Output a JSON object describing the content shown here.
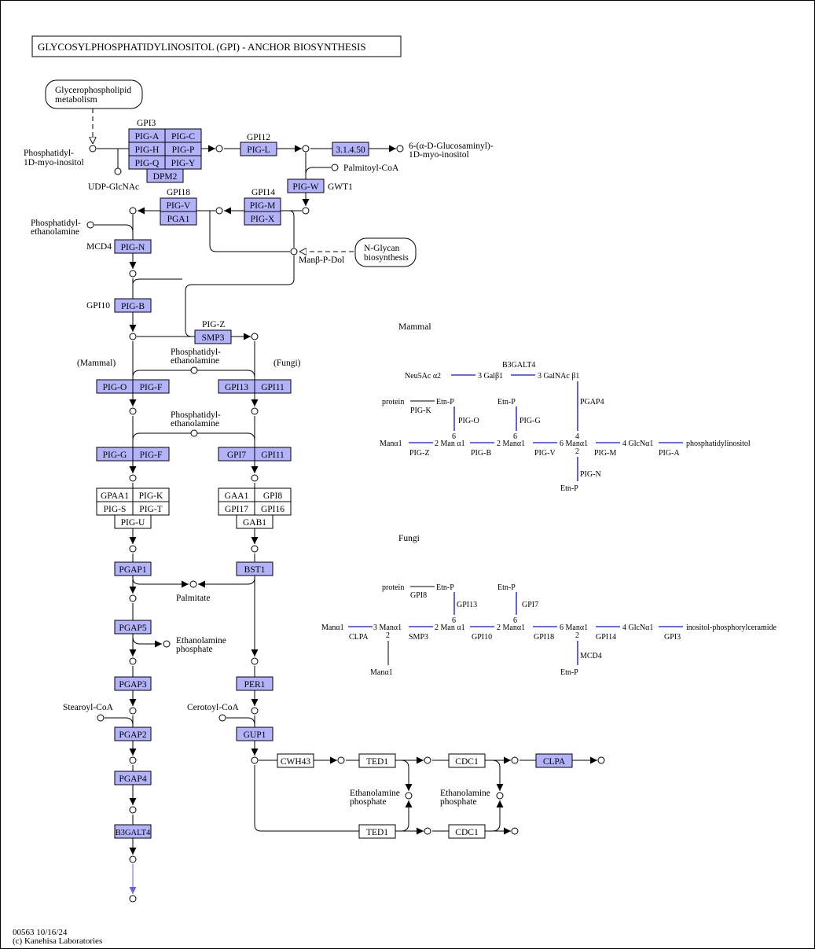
{
  "title": "GLYCOSYLPHOSPHATIDYLINOSITOL (GPI) - ANCHOR  BIOSYNTHESIS",
  "footer": {
    "id_date": "00563 10/16/24",
    "copyright": "(c) Kanehisa Laboratories"
  },
  "colors": {
    "enzyme_fill": "#b3b3fb",
    "link_line": "#3b3bd6"
  },
  "maps": {
    "glycerophospholipid": [
      "Glycerophospholipid",
      "metabolism"
    ],
    "nglycan": [
      "N-Glycan",
      "biosynthesis"
    ]
  },
  "compounds": {
    "pi": [
      "Phosphatidyl-",
      "1D-myo-inositol"
    ],
    "udp": "UDP-GlcNAc",
    "glcn": [
      "6-(α-D-Glucosaminyl)-",
      "1D-myo-inositol"
    ],
    "palmitoyl": "Palmitoyl-CoA",
    "pe1": [
      "Phosphatidyl-",
      "ethanolamine"
    ],
    "manpdol": "Manβ-P-Dol",
    "pe2": [
      "Phosphatidyl-",
      "ethanolamine"
    ],
    "pe3": [
      "Phosphatidyl-",
      "ethanolamine"
    ],
    "palmitate": "Palmitate",
    "etnp1": [
      "Ethanolamine",
      "phosphate"
    ],
    "stearoyl": "Stearoyl-CoA",
    "cerotoyl": "Cerotoyl-CoA",
    "etnp2": [
      "Ethanolamine",
      "phosphate"
    ],
    "etnp3": [
      "Ethanolamine",
      "phosphate"
    ]
  },
  "group_labels": {
    "gpi3": "GPI3",
    "gpi12": "GPI12",
    "gpi18": "GPI18",
    "gpi14": "GPI14",
    "gwt1": "GWT1",
    "mcd4": "MCD4",
    "gpi10": "GPI10",
    "pigz": "PIG-Z",
    "mammal": "(Mammal)",
    "fungi": "(Fungi)"
  },
  "enzymes": {
    "piga": "PIG-A",
    "pigc": "PIG-C",
    "pigh": "PIG-H",
    "pigp": "PIG-P",
    "pigq": "PIG-Q",
    "pigy": "PIG-Y",
    "dpm2": "DPM2",
    "pigl": "PIG-L",
    "ec": "3.1.4.50",
    "pigw": "PIG-W",
    "pigv": "PIG-V",
    "pga1": "PGA1",
    "pigm": "PIG-M",
    "pigx": "PIG-X",
    "pign": "PIG-N",
    "pigb": "PIG-B",
    "smp3": "SMP3",
    "pigo": "PIG-O",
    "pigf1": "PIG-F",
    "gpi13": "GPI13",
    "gpi11a": "GPI11",
    "pigg": "PIG-G",
    "pigf2": "PIG-F",
    "gpi7": "GPI7",
    "gpi11b": "GPI11",
    "gpaa1": "GPAA1",
    "pigk": "PIG-K",
    "pigs": "PIG-S",
    "pigt": "PIG-T",
    "pigu": "PIG-U",
    "gaa1": "GAA1",
    "gpi8": "GPI8",
    "gpi17": "GPI17",
    "gpi16": "GPI16",
    "gab1": "GAB1",
    "pgap1": "PGAP1",
    "bst1": "BST1",
    "pgap5": "PGAP5",
    "pgap3": "PGAP3",
    "per1": "PER1",
    "pgap2": "PGAP2",
    "gup1": "GUP1",
    "pgap4": "PGAP4",
    "b3galt4": "B3GALT4",
    "cwh43": "CWH43",
    "ted1a": "TED1",
    "cdc1a": "CDC1",
    "clpa": "CLPA",
    "ted1b": "TED1",
    "cdc1b": "CDC1"
  },
  "mammal_structure": {
    "heading": "Mammal",
    "top_gene": "B3GALT4",
    "neu5ac": "Neu5Ac α2",
    "gal": "3 Galβ1",
    "galnac": "3 GalNAc β1",
    "pgap4": "PGAP4",
    "protein": "protein",
    "pigk": "PIG-K",
    "etnp_a": "Etn-P",
    "pigo": "PIG-O",
    "six_a": "6",
    "etnp_b": "Etn-P",
    "pigg": "PIG-G",
    "six_b": "6",
    "four": "4",
    "man1": "Manα1",
    "man2": "2 Man α1",
    "man3": "2 Manα1",
    "man4": "6 Manα1",
    "glcn": "4 GlcNα1",
    "pi": "phosphatidylinositol",
    "pigz": "PIG-Z",
    "pigb": "PIG-B",
    "pigv": "PIG-V",
    "pigm": "PIG-M",
    "piga": "PIG-A",
    "two": "2",
    "pign": "PIG-N",
    "etnp_c": "Etn-P"
  },
  "fungi_structure": {
    "heading": "Fungi",
    "protein": "protein",
    "etnp_a": "Etn-P",
    "gpi8": "GPI8",
    "gpi13": "GPI13",
    "six_a": "6",
    "etnp_b": "Etn-P",
    "gpi7": "GPI7",
    "six_b": "6",
    "man0": "Manα1",
    "man1": "3 Manα1",
    "man2": "2 Man α1",
    "man3": "2 Manα1",
    "man4": "6 Manα1",
    "glcn": "4 GlcNα1",
    "ipc": "inositol-phosphorylceramide",
    "clpa": "CLPA",
    "smp3": "SMP3",
    "gpi10": "GPI10",
    "gpi18": "GPI18",
    "gpi14": "GPI14",
    "gpi3": "GPI3",
    "two_a": "2",
    "man_branch": "Manα1",
    "two_b": "2",
    "mcd4": "MCD4",
    "etnp_c": "Etn-P"
  }
}
